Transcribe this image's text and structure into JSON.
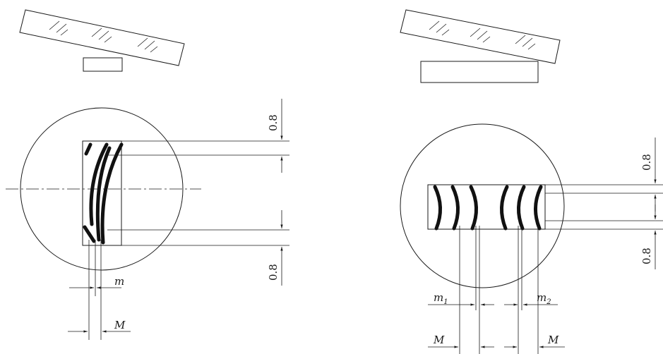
{
  "dimension_value": "0.8",
  "left_figure": {
    "label_small": "m",
    "label_large": "M"
  },
  "right_figure": {
    "label_m1_base": "m",
    "label_m1_sub": "1",
    "label_m2_base": "m",
    "label_m2_sub": "2",
    "label_large_left": "M",
    "label_large_right": "M"
  },
  "colors": {
    "line": "#1a1a1a",
    "fringe": "#111111"
  }
}
